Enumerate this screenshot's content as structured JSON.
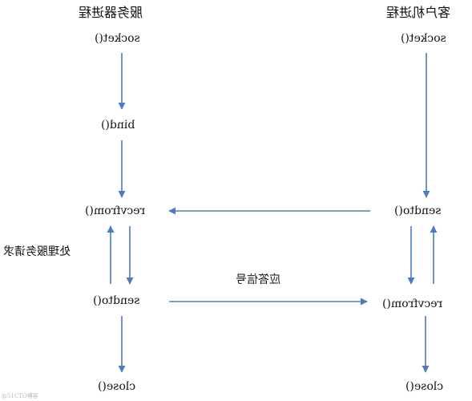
{
  "server": {
    "title": "服务器进程",
    "socket": "socket()",
    "bind": "bind()",
    "recvfrom": "recvfrom()",
    "process_label": "处理服务请求",
    "sendto": "sendto()",
    "close": "close()"
  },
  "client": {
    "title": "客户机进程",
    "socket": "socket()",
    "sendto": "sendto()",
    "recvfrom": "recvfrom()",
    "close": "close()"
  },
  "reply_label": "应答信号",
  "watermark": "@51CTO博客",
  "colors": {
    "arrow": "#4b7cc0",
    "text": "#111111"
  }
}
